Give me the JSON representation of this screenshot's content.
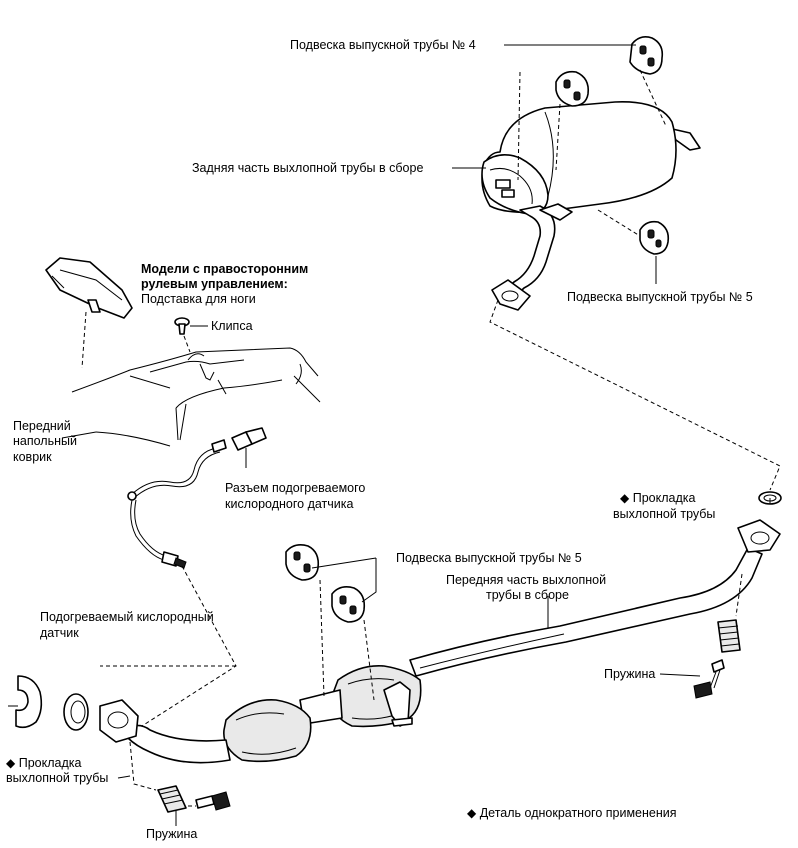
{
  "labels": {
    "hanger4_top": "Подвеска выпускной трубы № 4",
    "rear_pipe": "Задняя часть выхлопной трубы в сборе",
    "hanger5_right": "Подвеска выпускной трубы № 5",
    "rhd_title_1": "Модели с правосторонним",
    "rhd_title_2": "рулевым управлением:",
    "footrest": "Подставка для ноги",
    "clip": "Клипса",
    "front_mat_1": "Передний",
    "front_mat_2": "напольный",
    "front_mat_3": "коврик",
    "sensor_conn_1": "Разъем подогреваемого",
    "sensor_conn_2": "кислородного датчика",
    "gasket_right_1": "Прокладка",
    "gasket_right_2": "выхлопной трубы",
    "hanger5_mid": "Подвеска выпускной трубы № 5",
    "front_pipe_1": "Передняя часть выхлопной",
    "front_pipe_2": "трубы в сборе",
    "sensor_1": "Подогреваемый кислородный",
    "sensor_2": "датчик",
    "spring_right": "Пружина",
    "gasket_left_1": "Прокладка",
    "gasket_left_2": "выхлопной трубы",
    "spring_bottom": "Пружина",
    "note": "Деталь однократного применения"
  },
  "marker_symbol": "◆",
  "icons": [
    "exhaust-hanger-icon",
    "muffler-icon",
    "catalytic-converter-icon",
    "spring-icon",
    "bolt-icon",
    "gasket-icon",
    "oxygen-sensor-icon",
    "clip-icon",
    "footrest-icon"
  ]
}
